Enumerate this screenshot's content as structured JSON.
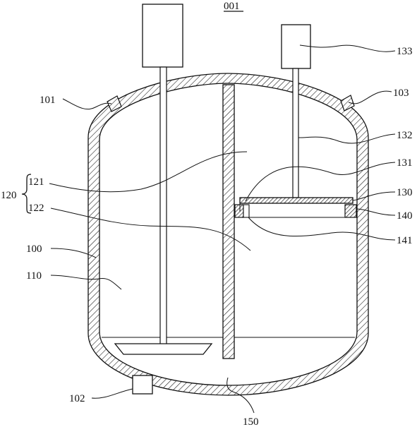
{
  "figure": {
    "title": "001",
    "labels": {
      "l100": "100",
      "l101": "101",
      "l102": "102",
      "l103": "103",
      "l110": "110",
      "l120": "120",
      "l121": "121",
      "l122": "122",
      "l130": "130",
      "l131": "131",
      "l132": "132",
      "l133": "133",
      "l140": "140",
      "l141": "141",
      "l150": "150"
    }
  }
}
